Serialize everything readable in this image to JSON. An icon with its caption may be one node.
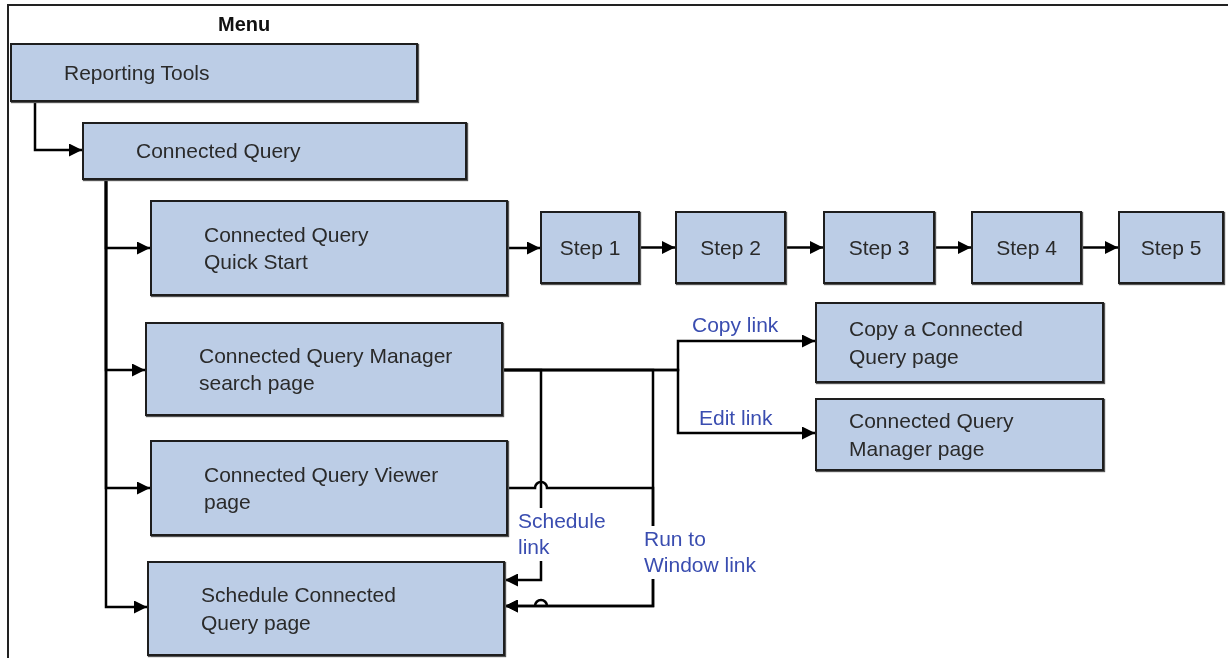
{
  "diagram": {
    "title": "Menu",
    "nodes": [
      {
        "text": [
          "Reporting Tools"
        ]
      },
      {
        "text": [
          "Connected Query"
        ]
      },
      {
        "text": [
          "Connected Query Quick Start"
        ]
      },
      {
        "text": [
          "Step 1"
        ]
      },
      {
        "text": [
          "Step 2"
        ]
      },
      {
        "text": [
          "Step 3"
        ]
      },
      {
        "text": [
          "Step 4"
        ]
      },
      {
        "text": [
          "Step 5"
        ]
      },
      {
        "text": [
          "Connected Query Manager search page"
        ]
      },
      {
        "text": [
          "Copy a Connected Query page"
        ]
      },
      {
        "text": [
          "Connected Query Manager page"
        ]
      },
      {
        "text": [
          "Connected Query Viewer page"
        ]
      },
      {
        "text": [
          "Schedule Connected Query page"
        ]
      }
    ],
    "edges": [
      {
        "from": 0,
        "to": 1,
        "arrow": "to"
      },
      {
        "from": 1,
        "to": 2,
        "arrow": "to"
      },
      {
        "from": 1,
        "to": 8,
        "arrow": "to"
      },
      {
        "from": 1,
        "to": 11,
        "arrow": "to"
      },
      {
        "from": 1,
        "to": 12,
        "arrow": "to"
      },
      {
        "from": 2,
        "to": 3,
        "arrow": "to"
      },
      {
        "from": 3,
        "to": 4,
        "arrow": "to"
      },
      {
        "from": 4,
        "to": 5,
        "arrow": "to"
      },
      {
        "from": 5,
        "to": 6,
        "arrow": "to"
      },
      {
        "from": 6,
        "to": 7,
        "arrow": "to"
      },
      {
        "from": 8,
        "to": 9,
        "arrow": "to",
        "label": "Copy link"
      },
      {
        "from": 8,
        "to": 10,
        "arrow": "to",
        "label": "Edit link"
      },
      {
        "from": 8,
        "to": 12,
        "arrow": "to",
        "label": "Schedule link"
      },
      {
        "from": 8,
        "to": 12,
        "arrow": "to",
        "label": "Run to Window link"
      },
      {
        "from": 11,
        "to": 12,
        "arrow": "to"
      }
    ]
  }
}
